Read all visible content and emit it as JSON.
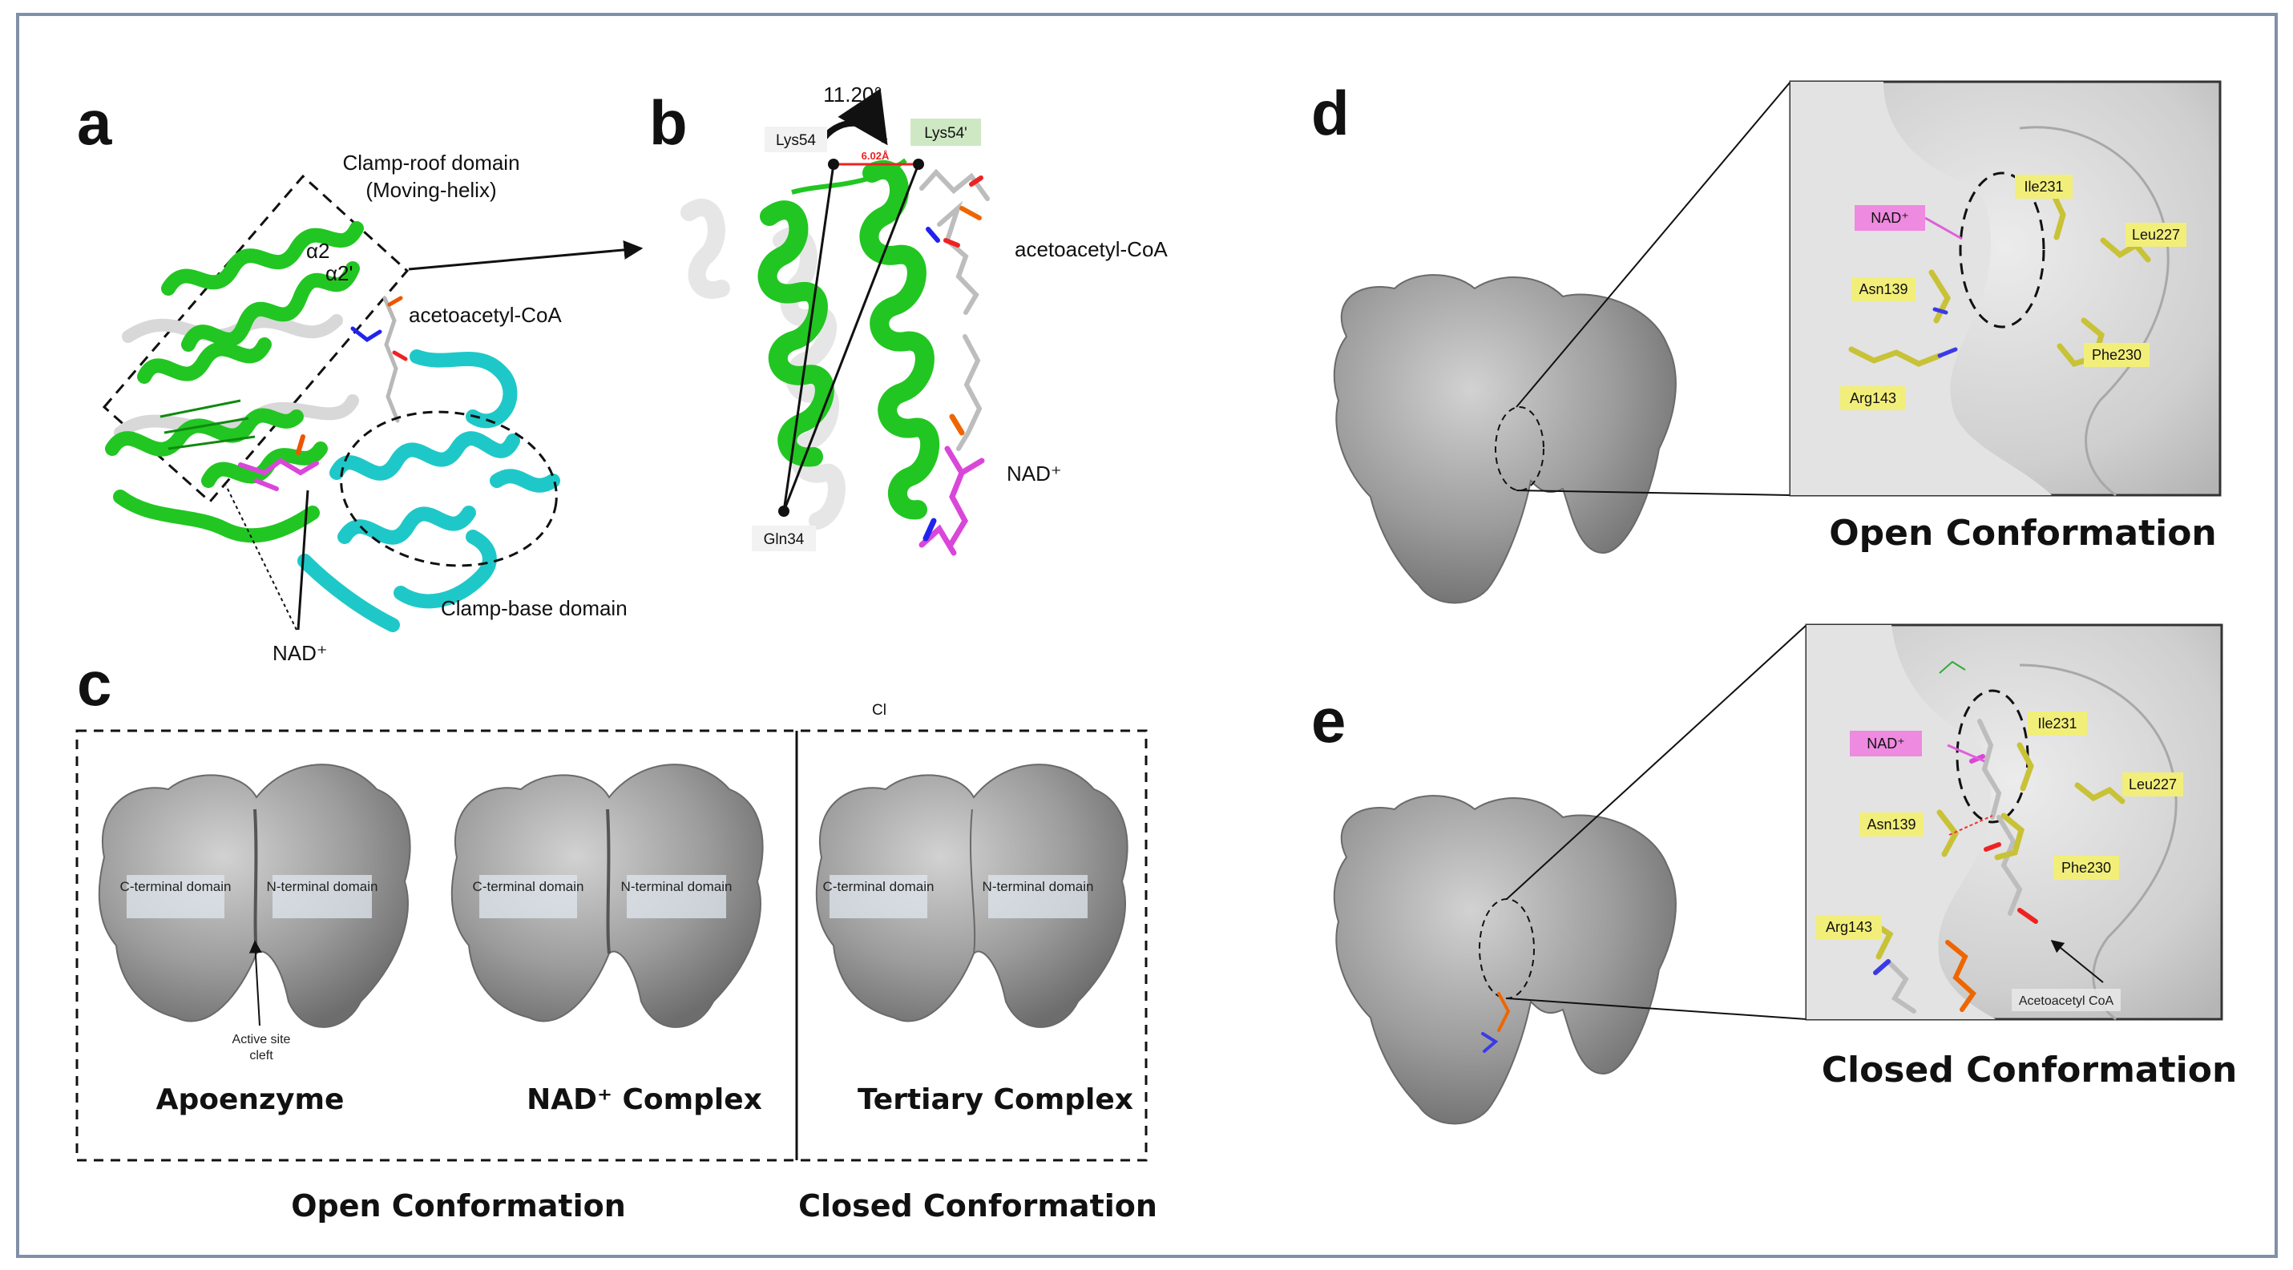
{
  "panels": {
    "a": {
      "letter": "a",
      "clamp_roof_line1": "Clamp-roof domain",
      "clamp_roof_line2": "(Moving-helix)",
      "alpha2": "α2",
      "alpha2_prime": "α2'",
      "ligand": "acetoacetyl-CoA",
      "clamp_base": "Clamp-base domain",
      "nad": "NAD⁺"
    },
    "b": {
      "letter": "b",
      "angle": "11.20°",
      "lys54": "Lys54",
      "lys54_prime": "Lys54'",
      "distance": "6.02Å",
      "gln34": "Gln34",
      "ligand": "acetoacetyl-CoA",
      "nad": "NAD⁺"
    },
    "c": {
      "letter": "c",
      "stray_mark": "Cl",
      "c_terminal": "C-terminal domain",
      "n_terminal": "N-terminal domain",
      "cleft_line1": "Active site",
      "cleft_line2": "cleft",
      "states": [
        "Apoenzyme",
        "NAD⁺ Complex",
        "Tertiary Complex"
      ],
      "open_label": "Open Conformation",
      "closed_label": "Closed Conformation"
    },
    "d": {
      "letter": "d",
      "residues": [
        "NAD⁺",
        "Ile231",
        "Leu227",
        "Asn139",
        "Phe230",
        "Arg143"
      ],
      "caption": "Open Conformation"
    },
    "e": {
      "letter": "e",
      "residues": [
        "NAD⁺",
        "Ile231",
        "Leu227",
        "Asn139",
        "Phe230",
        "Arg143"
      ],
      "ligand": "Acetoacetyl CoA",
      "caption": "Closed Conformation"
    }
  },
  "colors": {
    "helix_green": "#22c622",
    "helix_cyan": "#1fc8c8",
    "ligand_magenta": "#d946d9",
    "surface_grey": "#9a9a9a",
    "residue_yellow": "#f2ee7a",
    "nad_tag": "#ee8ae0",
    "frame": "#8090a8"
  }
}
